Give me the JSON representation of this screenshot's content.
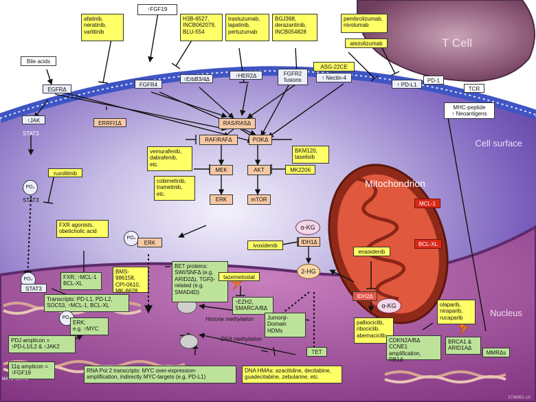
{
  "regions": {
    "t_cell": "T Cell",
    "cell_surface": "Cell surface",
    "mitochondrion": "Mitochondrion",
    "nucleus": "Nucleus",
    "mayo_logo_text": "MAYO CLINIC",
    "figure_id": "3736891-1A"
  },
  "drugs": {
    "afatinib": "afatinib,\nneratinib,\nvarlitinib",
    "fgf19_box": "↑FGF19",
    "h3b": "H3B-6527,\nINCB062079,\nBLU-554",
    "trastuzumab": "trastuzumab,\nlapatinib,\npertuzumab",
    "bgj398": "BGJ398,\nderazantinib,\nINCB054828",
    "pembrolizumab": "pembrolizumab,\nnivolumab",
    "atezolizumab": "atezolizumab",
    "asg": "ASG-22CE",
    "bile_acids": "Bile acids",
    "vemurafenib": "vemurafenib,\ndabrafenib,\netc.",
    "bkm120": "BKM120,\ntaselisib",
    "cobimetinib": "cobimetinib,\ntrametinib,\netc.",
    "mk2206": "MK2206",
    "ruxolitinib": "ruxolitinib",
    "fxr_agonists": "FXR agonists,\nobeticholic acid",
    "ivosidenib": "ivosidenib",
    "enasidenib": "enasidenib",
    "bet_inhibitors": "BMS-986158,\nCPI-0610,\nMK-8628",
    "tazemetostat": "tazemetostat",
    "olaparib": "olaparib,\nniraparib,\nrucaparib",
    "palbociclib": "palbociclib,\nribociclib,\nabemaciclib",
    "dna_hmas": "DNA HMAs: azacitidine, decitabine,\nguadecitabine, zebularine, etc."
  },
  "nodes": {
    "egfr": "EGFRΔ",
    "fgfr4": "FGFR4",
    "erbb3": "↑ErbB3/4Δ",
    "her2": "↑HER2Δ",
    "fgfr2": "FGFR2\nfusions",
    "nectin": "↑ Nectin-4",
    "pdl1": "↑ PD-L1",
    "pd1": "PD-1",
    "tcr": "TCR",
    "jak": "↑JAK",
    "errfi": "ERRFI1Δ",
    "stat3_top": "STAT3",
    "stat3_p": "STAT3",
    "stat3_bottom": "STAT3",
    "ras": "RAS/RASΔ",
    "raf": "RAF/RAFΔ",
    "pi3k": "PI3KΔ",
    "mek": "MEK",
    "akt": "AKT",
    "erk": "ERK",
    "mtor": "mTOR",
    "erk_p": "ERK",
    "akg_top": "α-KG",
    "idh1": "IDH1Δ",
    "two_hg": "2-HG",
    "idh2": "IDH2Δ",
    "akg_mito": "α-KG",
    "mcl1": "MCL-1",
    "bclxl": "BCL-XL",
    "mhc": "MHC-peptide\n↑ Neoantigens",
    "po4": "PO₄",
    "tet": "TET",
    "mmr": "MMRΔs"
  },
  "nuclear_boxes": {
    "fxr": "FXR; ↑MCL-1\nBCL-XL",
    "bet": "BET proteins:\nSWI/SNFΔ (e.g.\nARID2Δ), TGFβ-\nrelated (e.g.\nSMAD4D)",
    "ezh2": "↑EZH2,\nSMARCA/BΔ",
    "jumonji": "Jumonji-\nDomain\nHDMs",
    "transcripts": "Transcripts: PD-L1, PD-L2,\nSOC53, ↑MCL-1, BCL-XL",
    "erk_nuc": "ERK;\ne.g. ↑MYC",
    "pdj": "PDJ amplicon =\n↑PD-L1/L2 & ↑JAK2",
    "q11": "11q amplicon =\n↑FGF19",
    "rna_pol": "RNA Pol 2 transcripts: MYC over-expression-\namplification, indirectly MYC-targets (e.g. PD-L1)",
    "cdkn2a": "CDKN2A/BΔ\nCCNE1 amplification,\nRB1Δ",
    "brca": "BRCA1 &\nARID1AΔ"
  },
  "edge_labels": {
    "histone": "Histone methylation",
    "dna": "DNA methylation"
  },
  "colors": {
    "drug_box": "#ffff66",
    "node_pink": "#f6c9a4",
    "node_blue": "#e9ecf9",
    "nuclear_green": "#bde39a",
    "membrane": "#4b5fc8",
    "cytoplasm": "#6d4fb0",
    "nucleus": "#8a3b8f",
    "mito": "#9e2a1a",
    "mito_inner": "#e25438"
  }
}
